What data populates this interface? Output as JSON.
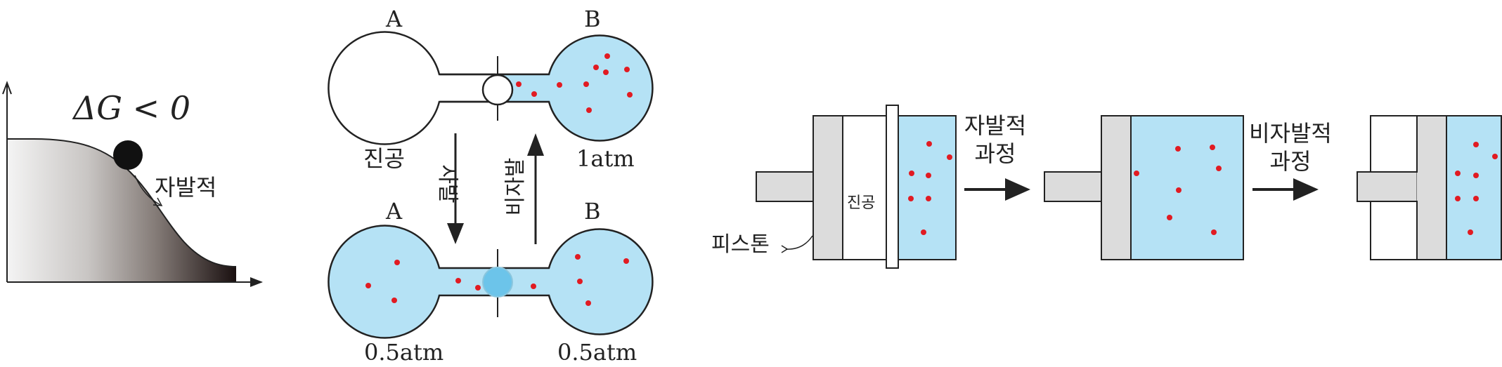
{
  "energy_panel": {
    "equation": "ΔG < 0",
    "spontaneous_label": "자발적"
  },
  "bulb_panel": {
    "top_left_label": "A",
    "top_right_label": "B",
    "top_left_state": "진공",
    "top_right_state": "1atm",
    "arrow_down_label": "자발",
    "arrow_up_label": "비자발",
    "bottom_left_label": "A",
    "bottom_right_label": "B",
    "bottom_left_state": "0.5atm",
    "bottom_right_state": "0.5atm"
  },
  "piston_panel": {
    "vacuum_label": "진공",
    "piston_label": "피스톤",
    "spontaneous_line1": "자발적",
    "spontaneous_line2": "과정",
    "nonspontaneous_line1": "비자발적",
    "nonspontaneous_line2": "과정"
  },
  "colors": {
    "gas_fill": "#b5e2f5",
    "particle": "#e11b22",
    "valve_open": "#6cc4ea",
    "piston_gray": "#dcdcdc"
  }
}
